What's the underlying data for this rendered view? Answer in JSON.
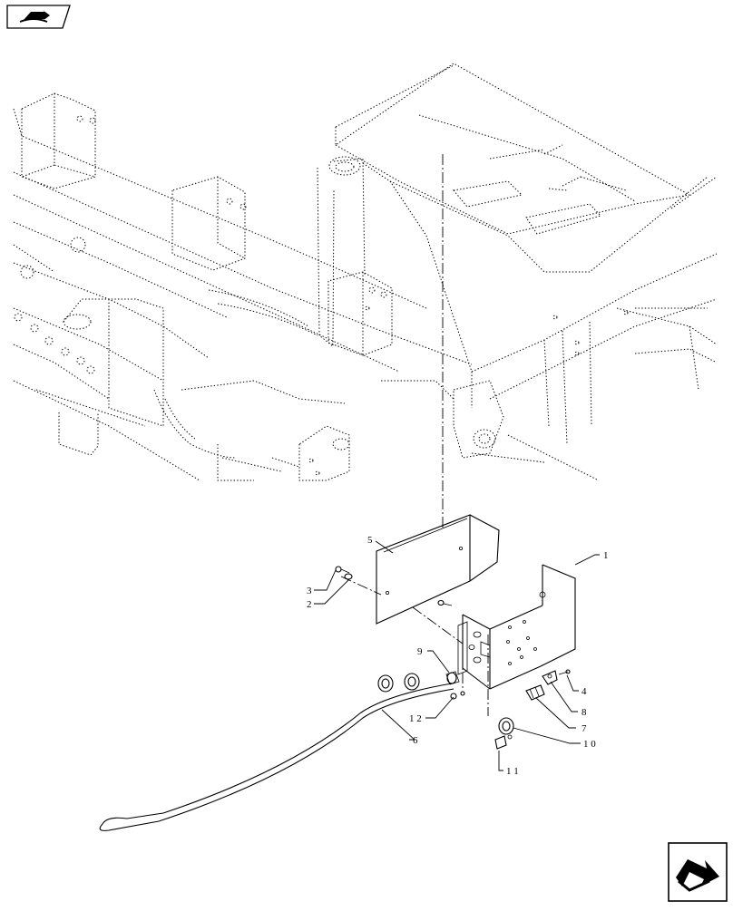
{
  "icons": {
    "top_left": "book-arrow-icon",
    "bottom_right": "next-page-arrow-icon"
  },
  "callouts": [
    {
      "id": "c1",
      "label": "1"
    },
    {
      "id": "c2",
      "label": "2"
    },
    {
      "id": "c3",
      "label": "3"
    },
    {
      "id": "c4",
      "label": "4"
    },
    {
      "id": "c5",
      "label": "5"
    },
    {
      "id": "c6",
      "label": "6"
    },
    {
      "id": "c7",
      "label": "7"
    },
    {
      "id": "c8",
      "label": "8"
    },
    {
      "id": "c9",
      "label": "9"
    },
    {
      "id": "c10",
      "label": "1 0"
    },
    {
      "id": "c11",
      "label": "1 1"
    },
    {
      "id": "c12",
      "label": "1 2"
    }
  ]
}
